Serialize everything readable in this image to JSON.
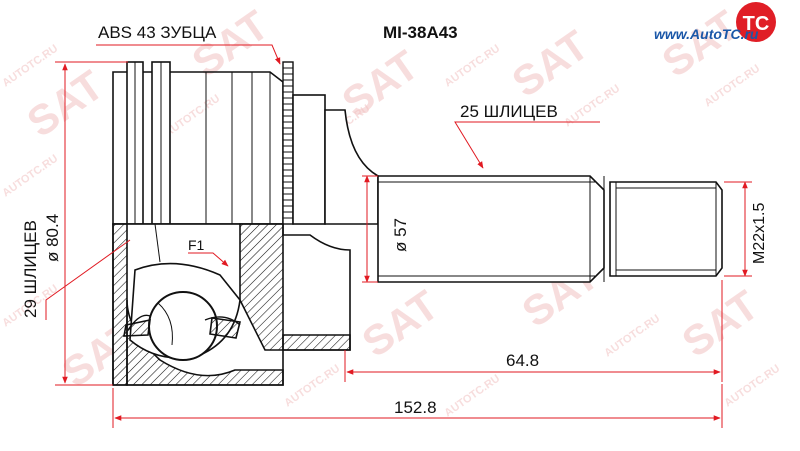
{
  "header": {
    "abs_label": "ABS 43 ЗУБЦА",
    "part_number": "MI-38A43",
    "url_prefix": "www.",
    "url_brand": "AutoTC",
    "url_suffix": ".ru",
    "logo_text": "TC"
  },
  "labels": {
    "splines_outer": "25 ШЛИЦЕВ",
    "splines_inner": "29 ШЛИЦЕВ",
    "diameter_body": "ø 80.4",
    "diameter_shaft": "ø 57",
    "thread": "M22x1.5",
    "f1": "F1",
    "length_shaft": "64.8",
    "length_total": "152.8"
  },
  "watermarks": [
    "AUTOTC.RU",
    "SAT"
  ],
  "colors": {
    "dimension_red": "#e11a22",
    "logo_red": "#e01e26",
    "url_blue": "#1a57a8",
    "drawing_line": "#111111",
    "watermark": "#f2c3c3"
  }
}
